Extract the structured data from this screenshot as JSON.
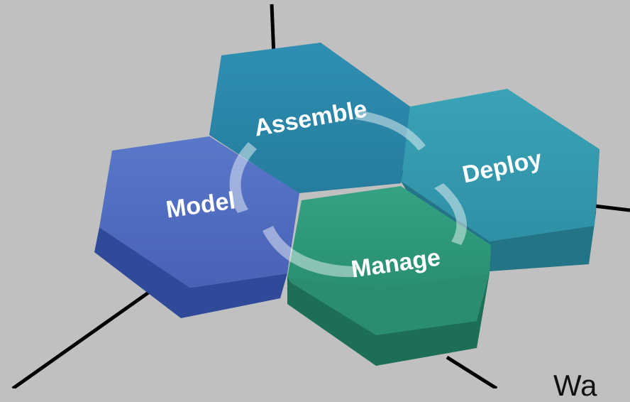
{
  "diagram": {
    "stages": [
      {
        "id": "model",
        "label": "Model",
        "color": "#4e6cc0"
      },
      {
        "id": "assemble",
        "label": "Assemble",
        "color": "#2a86a8"
      },
      {
        "id": "deploy",
        "label": "Deploy",
        "color": "#3399ad"
      },
      {
        "id": "manage",
        "label": "Manage",
        "color": "#2f9a7c"
      }
    ],
    "corner_text": "Wa"
  }
}
